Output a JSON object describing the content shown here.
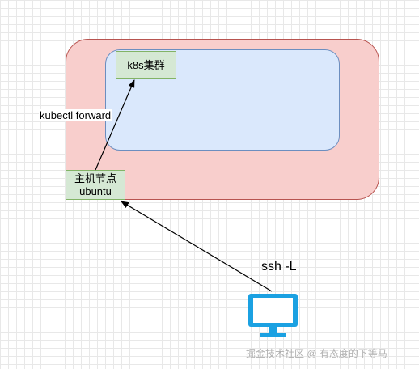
{
  "diagram": {
    "k8s_cluster": {
      "label": "k8s集群"
    },
    "host_node": {
      "line1": "主机节点",
      "line2": "ubuntu"
    },
    "kubectl_edge": {
      "label": "kubectl forward"
    },
    "ssh_edge": {
      "label": "ssh -L"
    },
    "client": {
      "icon": "monitor-icon",
      "color": "#1ba1e2"
    }
  },
  "watermark": {
    "text": "掘金技术社区 @ 有态度的下等马"
  },
  "colors": {
    "outer_fill": "#f8cecc",
    "outer_stroke": "#b85450",
    "inner_fill": "#dae8fc",
    "inner_stroke": "#6c8ebf",
    "node_fill": "#d5e8d4",
    "node_stroke": "#82b366"
  }
}
